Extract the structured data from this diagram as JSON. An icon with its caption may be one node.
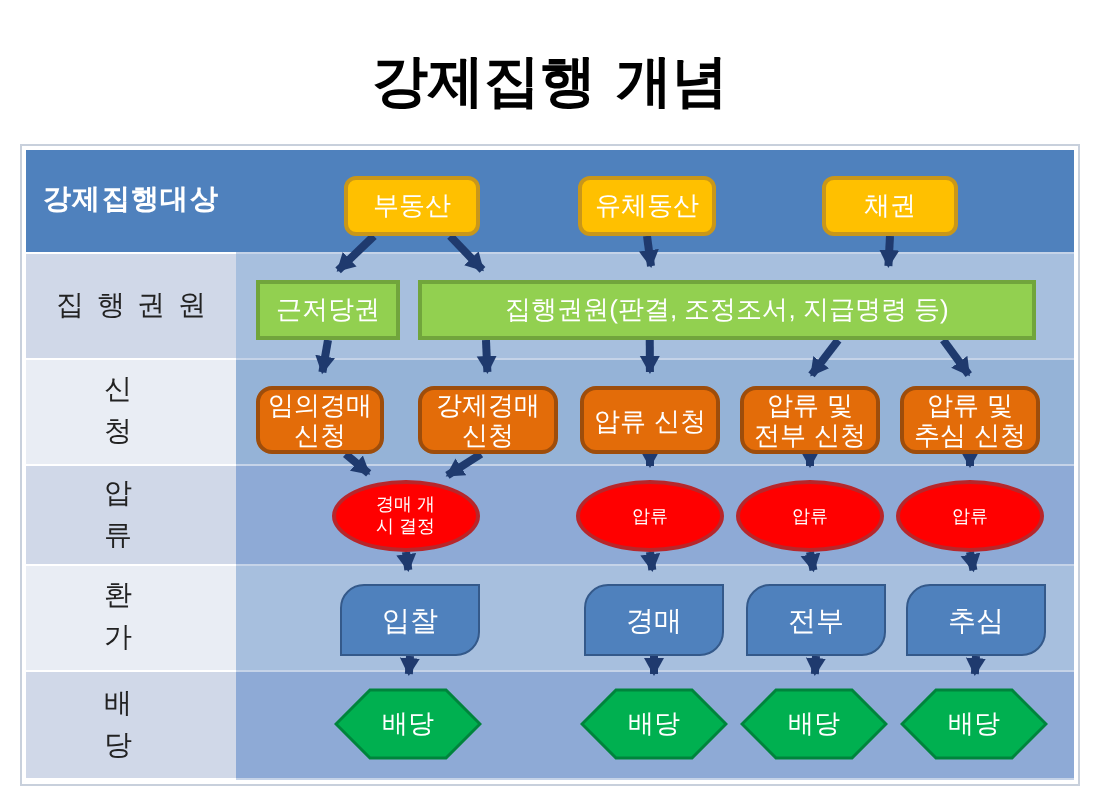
{
  "diagram": {
    "title": "강제집행 개념",
    "nodes": [
      {
        "text": [
          "부동산"
        ]
      },
      {
        "text": [
          "유체동산"
        ]
      },
      {
        "text": [
          "채권"
        ]
      },
      {
        "text": [
          "근저당권"
        ]
      },
      {
        "text": [
          "집행권원(판결, 조정조서, 지급명령 등)"
        ]
      },
      {
        "text": [
          "임의경매 신청"
        ]
      },
      {
        "text": [
          "강제경매 신청"
        ]
      },
      {
        "text": [
          "압류 신청"
        ]
      },
      {
        "text": [
          "압류 및 전부 신청"
        ]
      },
      {
        "text": [
          "압류 및 추심 신청"
        ]
      },
      {
        "text": [
          "경매 개시 결정"
        ]
      },
      {
        "text": [
          "압류"
        ]
      },
      {
        "text": [
          "압류"
        ]
      },
      {
        "text": [
          "압류"
        ]
      },
      {
        "text": [
          "입찰"
        ]
      },
      {
        "text": [
          "경매"
        ]
      },
      {
        "text": [
          "전부"
        ]
      },
      {
        "text": [
          "추심"
        ]
      },
      {
        "text": [
          "배당"
        ]
      },
      {
        "text": [
          "배당"
        ]
      },
      {
        "text": [
          "배당"
        ]
      },
      {
        "text": [
          "배당"
        ]
      }
    ],
    "edges": [
      {
        "from": 0,
        "to": 3,
        "arrow": "to"
      },
      {
        "from": 0,
        "to": 4,
        "arrow": "to"
      },
      {
        "from": 1,
        "to": 4,
        "arrow": "to"
      },
      {
        "from": 2,
        "to": 4,
        "arrow": "to"
      },
      {
        "from": 3,
        "to": 5,
        "arrow": "to"
      },
      {
        "from": 4,
        "to": 6,
        "arrow": "to"
      },
      {
        "from": 4,
        "to": 7,
        "arrow": "to"
      },
      {
        "from": 4,
        "to": 8,
        "arrow": "to"
      },
      {
        "from": 4,
        "to": 9,
        "arrow": "to"
      },
      {
        "from": 5,
        "to": 10,
        "arrow": "to"
      },
      {
        "from": 6,
        "to": 10,
        "arrow": "to"
      },
      {
        "from": 7,
        "to": 11,
        "arrow": "to"
      },
      {
        "from": 8,
        "to": 12,
        "arrow": "to"
      },
      {
        "from": 9,
        "to": 13,
        "arrow": "to"
      },
      {
        "from": 10,
        "to": 14,
        "arrow": "to"
      },
      {
        "from": 11,
        "to": 15,
        "arrow": "to"
      },
      {
        "from": 12,
        "to": 16,
        "arrow": "to"
      },
      {
        "from": 13,
        "to": 17,
        "arrow": "to"
      },
      {
        "from": 14,
        "to": 18,
        "arrow": "to"
      },
      {
        "from": 15,
        "to": 19,
        "arrow": "to"
      },
      {
        "from": 16,
        "to": 20,
        "arrow": "to"
      },
      {
        "from": 17,
        "to": 21,
        "arrow": "to"
      }
    ],
    "labels": [
      "강제집행대상",
      "집행권원",
      "신청",
      "압류",
      "환가",
      "배당"
    ]
  }
}
